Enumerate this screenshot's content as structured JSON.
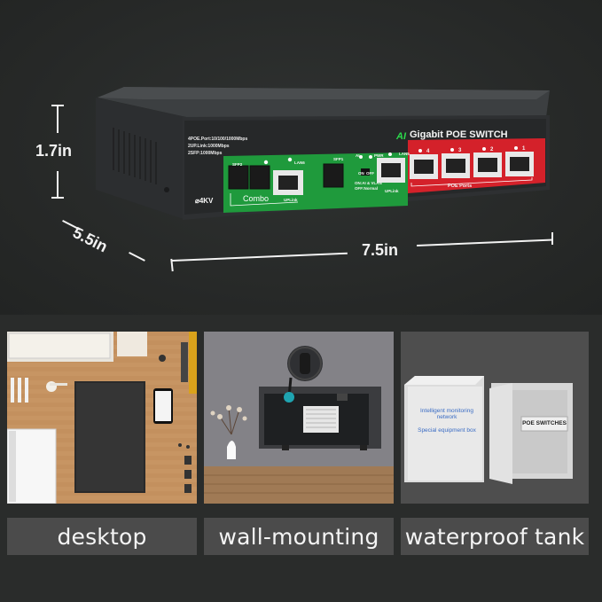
{
  "dimensions": {
    "height": "1.7in",
    "width": "5.5in",
    "length": "7.5in"
  },
  "device": {
    "brand_mark": "AI",
    "title": "Gigabit POE SWITCH",
    "spec_lines": [
      "4POE.Port:10/100/1000Mbps",
      "2UP.Link:1000Mbps",
      "2SFP:1000Mbps"
    ],
    "surge": "4KV",
    "labels": {
      "sfp2": "SFP2",
      "lan6": "LAN6",
      "combo": "Combo",
      "uplink_left": "UPLink",
      "sfp1": "SFP1",
      "ai": "AI",
      "pwr": "PWR",
      "lan5": "LAN5",
      "on": "ON",
      "off": "OFF",
      "switch_note": "ON:AI & VLAN",
      "switch_note2": "OFF:Normal",
      "uplink_right": "UPLink",
      "poe_ports": "POE Ports",
      "port_numbers": [
        "4",
        "3",
        "2",
        "1"
      ]
    },
    "colors": {
      "green_section": "#1f9a3c",
      "red_section": "#d4212a",
      "body": "#2b2d2e"
    }
  },
  "scenes": [
    {
      "caption": "desktop"
    },
    {
      "caption": "wall-mounting"
    },
    {
      "caption": "waterproof tank",
      "box_text_1": "Intelligent monitoring network",
      "box_text_2": "Special equipment box",
      "cabinet_label": "POE SWITCHES"
    }
  ]
}
